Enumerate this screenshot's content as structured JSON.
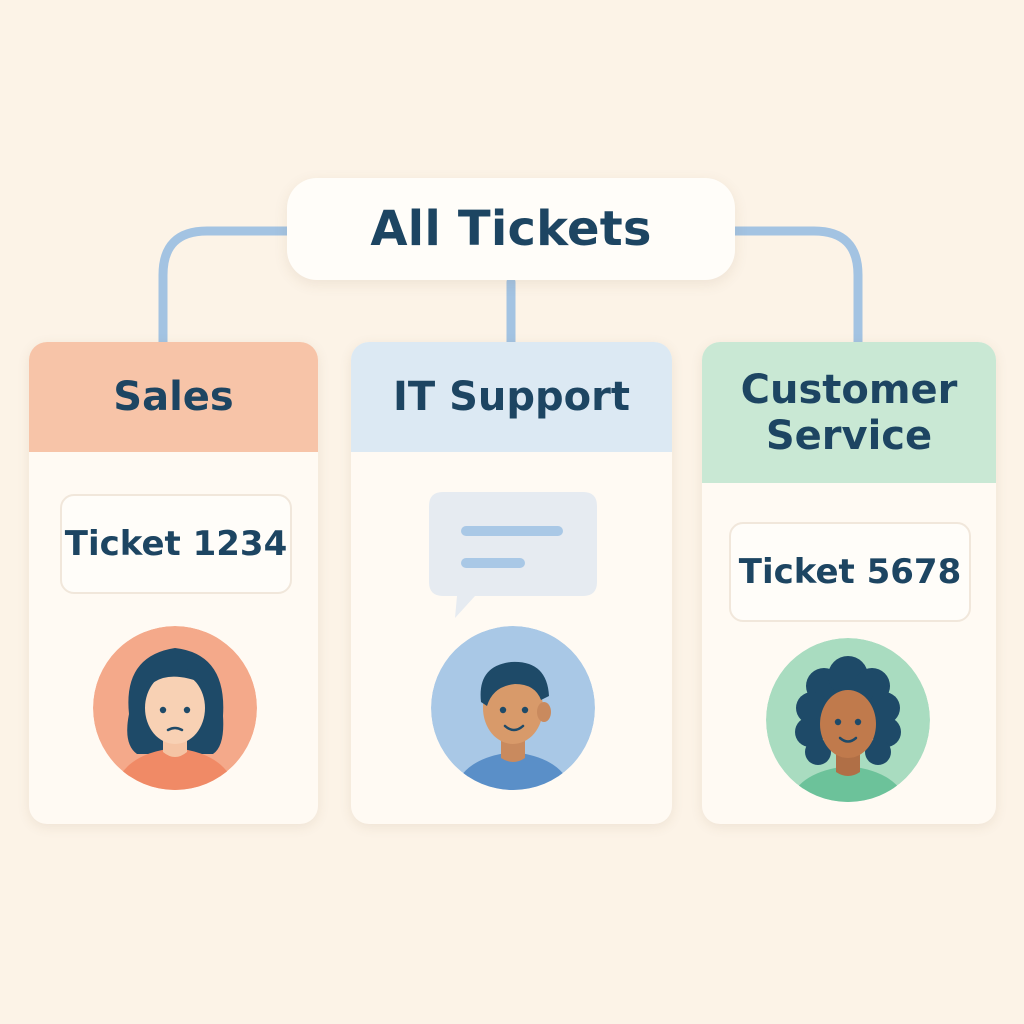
{
  "root": {
    "title": "All Tickets"
  },
  "departments": [
    {
      "name": "Sales",
      "header_color": "#f7c4a8",
      "ticket": "Ticket 1234",
      "avatar": "woman-avatar-icon",
      "avatar_bg": "#f4a98a"
    },
    {
      "name": "IT Support",
      "header_color": "#dce9f3",
      "ticket": "",
      "bubble": "chat-bubble-icon",
      "avatar": "man-avatar-icon",
      "avatar_bg": "#a9c8e6"
    },
    {
      "name": "Customer\nService",
      "header_color": "#c9e8d4",
      "ticket": "Ticket 5678",
      "avatar": "curly-hair-avatar-icon",
      "avatar_bg": "#a9dcc0"
    }
  ],
  "colors": {
    "background": "#fcf3e7",
    "text": "#1d4562",
    "connector": "#a3c3e2"
  }
}
